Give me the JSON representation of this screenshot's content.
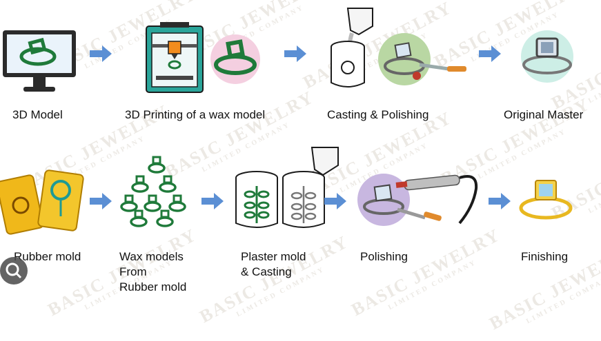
{
  "watermark": {
    "brand": "BASIC JEWELRY",
    "sub": "LIMITED COMPANY"
  },
  "row1": [
    {
      "label": "3D Model"
    },
    {
      "label": "3D Printing of a wax model"
    },
    {
      "label": "Casting & Polishing"
    },
    {
      "label": "Original Master"
    }
  ],
  "row2": [
    {
      "label": "Rubber mold"
    },
    {
      "label_lines": [
        "Wax models",
        "From",
        "Rubber mold"
      ]
    },
    {
      "label_lines": [
        "Plaster mold",
        "& Casting"
      ]
    },
    {
      "label": "Polishing"
    },
    {
      "label": "Finishing"
    }
  ],
  "colors": {
    "arrow": "#5b8fd4",
    "wax_green": "#1f7a3a",
    "pink_bg": "#f4cfe0",
    "teal_bg": "#cdeee6",
    "purple_bg": "#c8b7e0",
    "gold": "#e8b820",
    "printer_teal": "#2aa59a"
  }
}
